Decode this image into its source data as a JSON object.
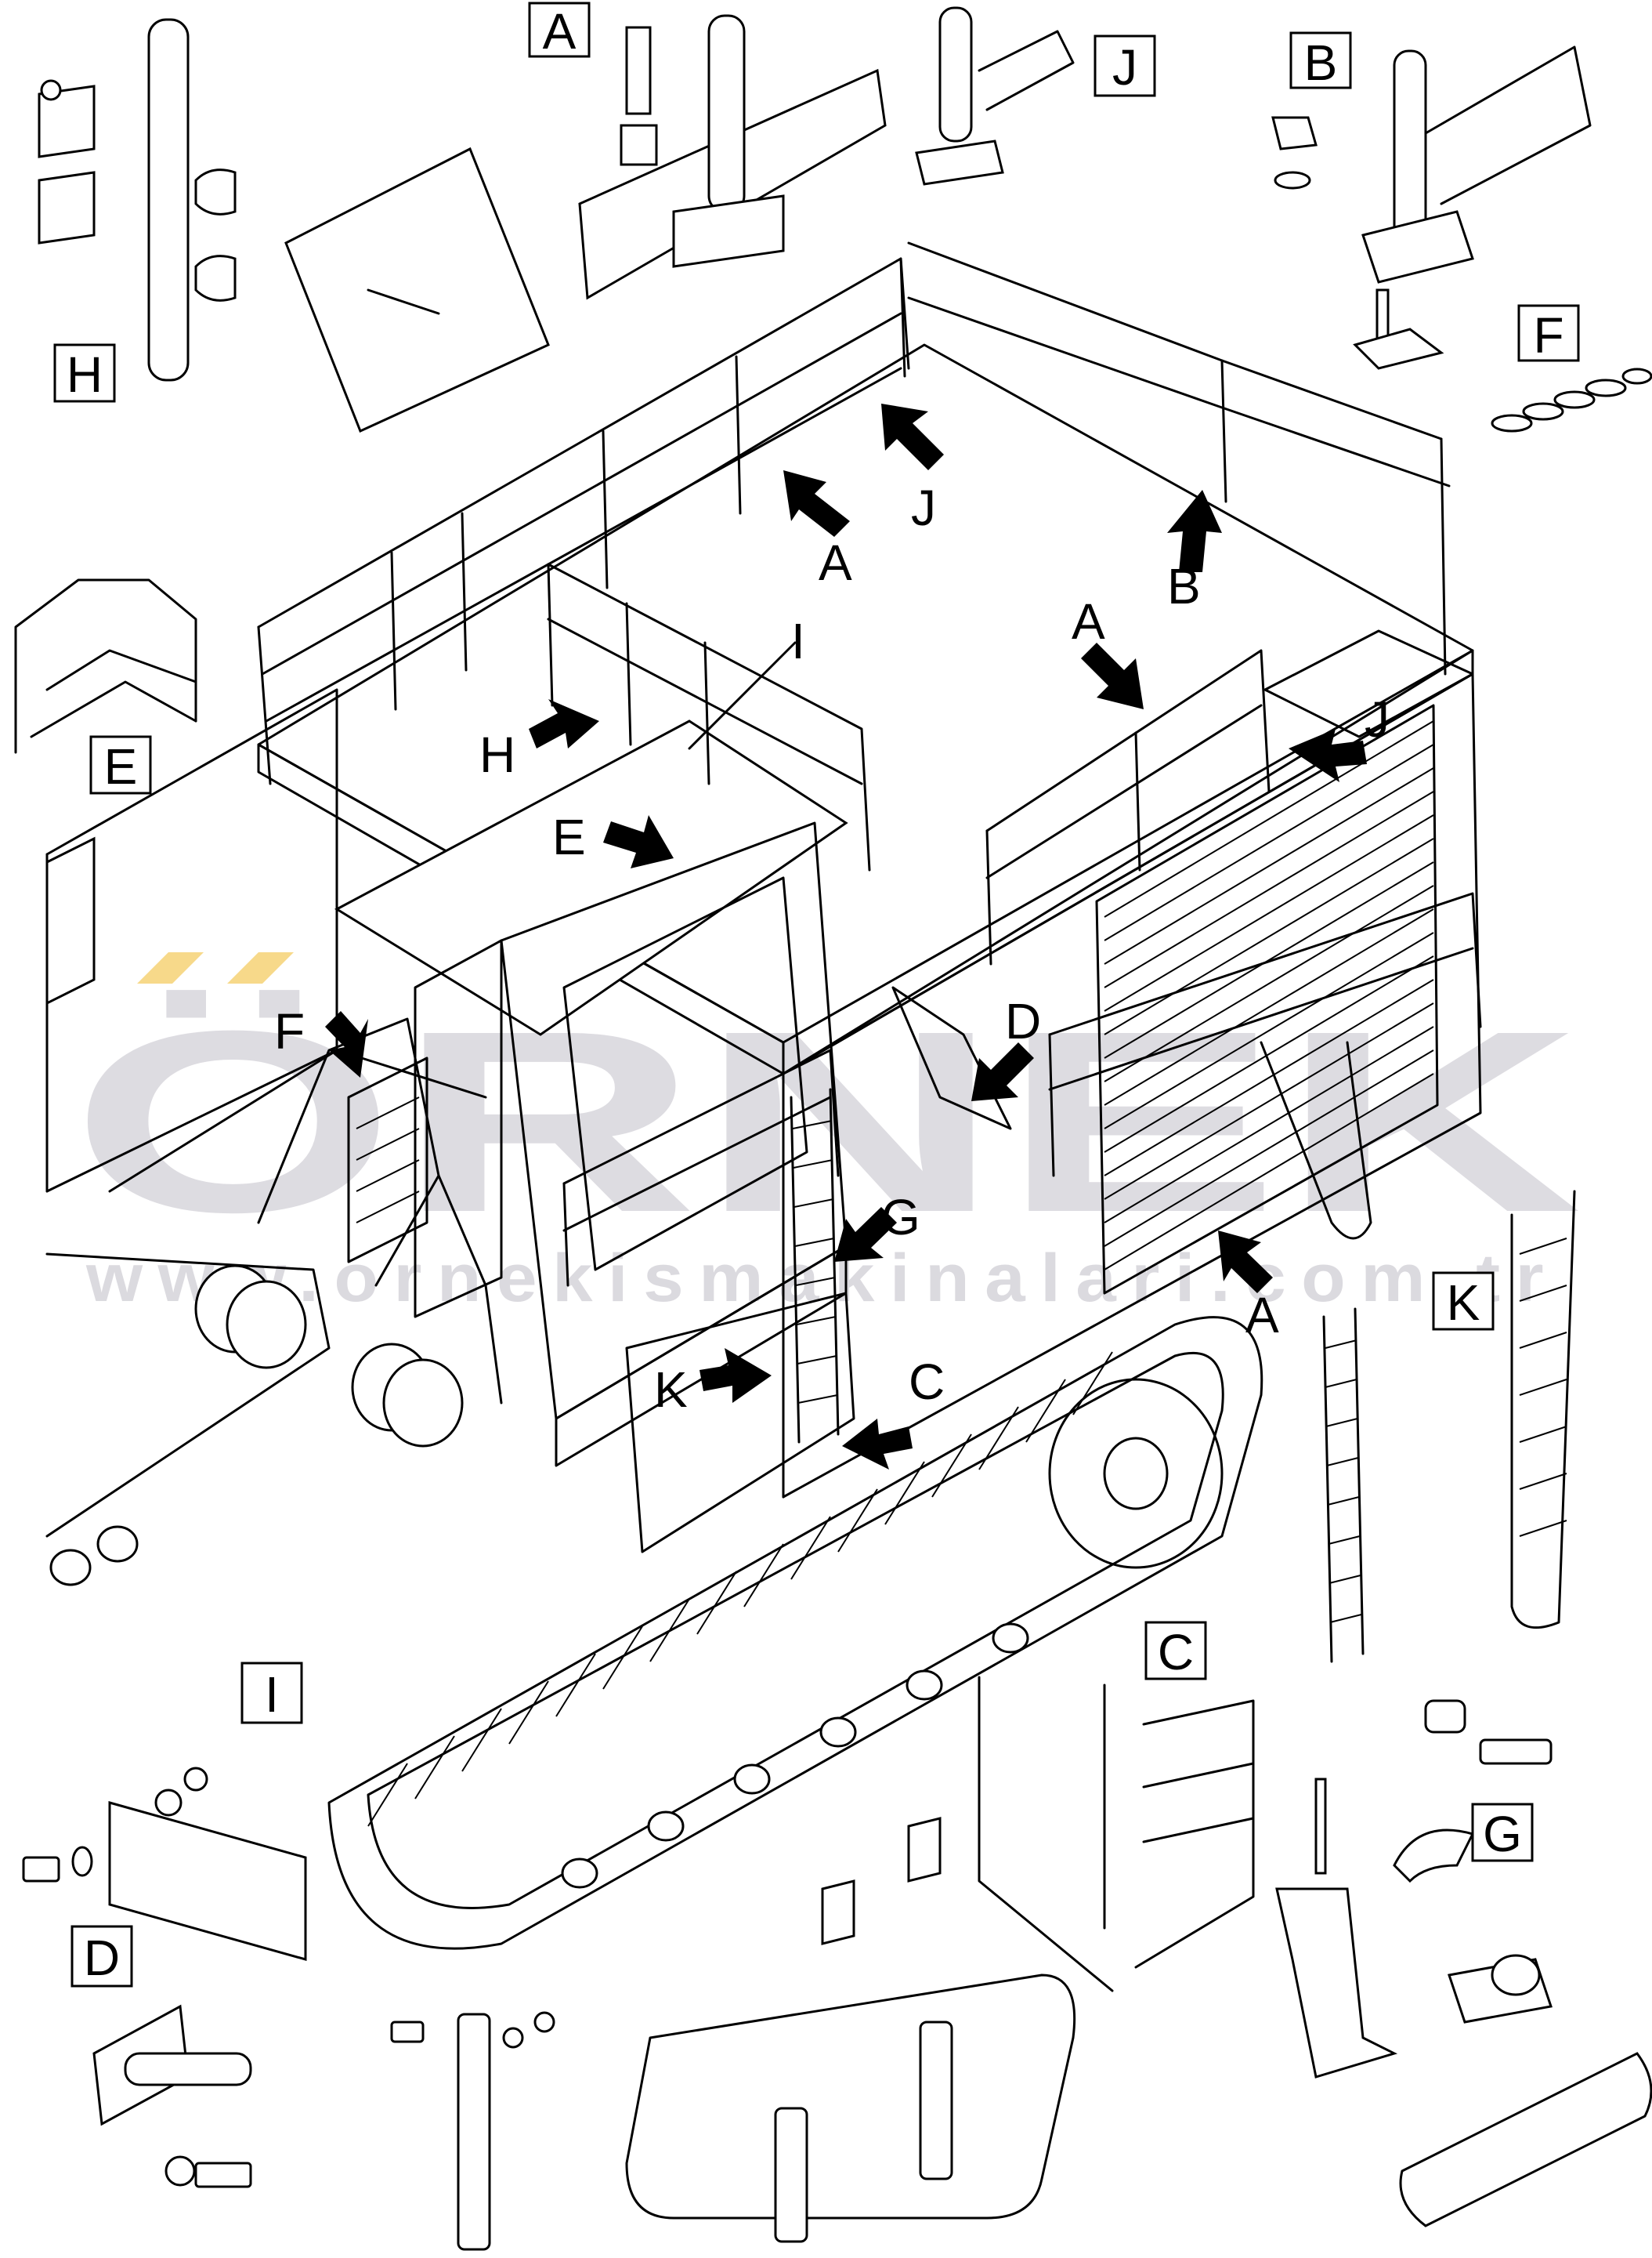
{
  "watermark": {
    "brand": "ÖRNEK",
    "url": "www.ornekismakinalari.com.tr",
    "accent_color": "#f7d98a",
    "text_color": "#d8d6dc"
  },
  "detail_labels": {
    "A": "A",
    "B": "B",
    "C": "C",
    "D": "D",
    "E": "E",
    "F": "F",
    "G": "G",
    "H": "H",
    "I": "I",
    "J": "J",
    "K": "K"
  },
  "callouts": [
    {
      "id": "callout-a-top",
      "text": "A"
    },
    {
      "id": "callout-j-top",
      "text": "J"
    },
    {
      "id": "callout-b",
      "text": "B"
    },
    {
      "id": "callout-a-right",
      "text": "A"
    },
    {
      "id": "callout-j-right",
      "text": "J"
    },
    {
      "id": "callout-i",
      "text": "I"
    },
    {
      "id": "callout-h",
      "text": "H"
    },
    {
      "id": "callout-e",
      "text": "E"
    },
    {
      "id": "callout-f",
      "text": "F"
    },
    {
      "id": "callout-d",
      "text": "D"
    },
    {
      "id": "callout-g",
      "text": "G"
    },
    {
      "id": "callout-k",
      "text": "K"
    },
    {
      "id": "callout-c",
      "text": "C"
    },
    {
      "id": "callout-a-bottom",
      "text": "A"
    }
  ]
}
